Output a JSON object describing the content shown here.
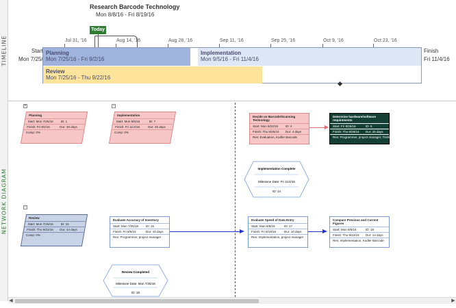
{
  "timeline": {
    "side_label": "TIMELINE",
    "project_title": "Research Barcode Technology",
    "project_dates": "Mon 8/8/16 - Fri 8/19/16",
    "today_label": "Today",
    "start_label": "Start",
    "start_date": "Mon 7/25/16",
    "finish_label": "Finish",
    "finish_date": "Fri 11/4/16",
    "ticks": [
      "Jul 31, '16",
      "Aug 14, '16",
      "Aug 28, '16",
      "Sep 11, '16",
      "Sep 25, '16",
      "Oct 9, '16",
      "Oct 23, '16"
    ],
    "bars": [
      {
        "name": "Planning",
        "dates": "Mon 7/25/16 - Fri 9/2/16"
      },
      {
        "name": "Implementation",
        "dates": "Mon 9/5/16 - Fri 11/4/16"
      },
      {
        "name": "Review",
        "dates": "Mon 7/25/16 - Thu 9/22/16"
      }
    ],
    "colors": {
      "planning": "#9fb3dd",
      "implementation": "#dde7f5",
      "review": "#fde49a",
      "today": "#2e7d32"
    }
  },
  "network": {
    "side_label": "NETWORK DIAGRAM",
    "nodes": {
      "planning": {
        "title": "Planning",
        "start": "Start: Mon 7/25/16",
        "id": "ID: 1",
        "finish": "Finish: Fri 9/2/16",
        "dur": "Dur: 30 days",
        "comp": "Comp: 0%"
      },
      "implementation": {
        "title": "Implementation",
        "start": "Start: Mon 9/5/16",
        "id": "ID: 7",
        "finish": "Finish: Fri 11/4/16",
        "dur": "Dur: 45 days",
        "comp": "Comp: 0%"
      },
      "decide": {
        "title": "Decide on Barcode/Scanning Technology",
        "start": "Start: Mon 8/22/16",
        "id": "ID: 4",
        "finish": "Finish: Thu 8/25/16",
        "dur": "Dur: 4 days",
        "res": "Res: Evaluation, Kudler Barcode"
      },
      "determine": {
        "title": "Determine hardware/software requirements",
        "start": "Start: Fri 8/26/16",
        "id": "ID: 5",
        "finish": "Finish: Thu 9/29/16",
        "dur": "Dur: 25 days",
        "res": "Res: Programmer, project manager, Trishire"
      },
      "impl_complete": {
        "title": "Implementation Complete",
        "milestone": "Milestone Date: Fri 11/4/16",
        "id": "ID: 14"
      },
      "review": {
        "title": "Review",
        "start": "Start: Mon 7/25/16",
        "id": "ID: 15",
        "finish": "Finish: Thu 9/22/16",
        "dur": "Dur: 44 days",
        "comp": "Comp: 0%"
      },
      "evaluate": {
        "title": "Evaluate Accuracy of Inventory",
        "start": "Start: Mon 7/25/16",
        "id": "ID: 16",
        "finish": "Finish: Fri 8/5/16",
        "dur": "Dur: 10 days",
        "res": "Res: Programmer, project manager"
      },
      "speed": {
        "title": "Evaluate Speed of Data Entry",
        "start": "Start: Mon 8/8/16",
        "id": "ID: 17",
        "finish": "Finish: Fri 8/19/16",
        "dur": "Dur: 10 days",
        "res": "Res: Implementation, project manager"
      },
      "compare": {
        "title": "Compare Previous and Current Figures",
        "start": "Start: Mon 9/5/16",
        "id": "ID: 18",
        "finish": "Finish: Thu 9/22/16",
        "dur": "Dur: 14 days",
        "res": "Res: Implementation, Kudler Barcode"
      },
      "review_complete": {
        "title": "Review Completed",
        "milestone": "Milestone Date: Mon 7/25/16",
        "id": "ID: 19"
      }
    }
  }
}
